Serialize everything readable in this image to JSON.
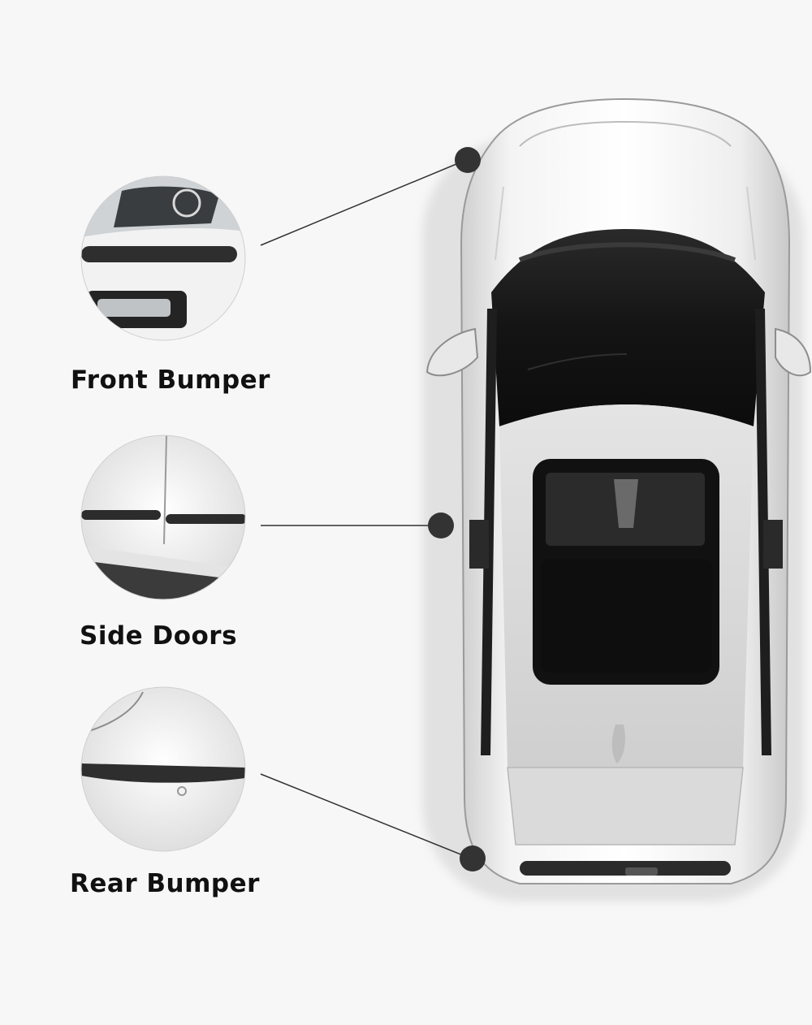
{
  "callouts": [
    {
      "id": "front",
      "label": "Front Bumper"
    },
    {
      "id": "side",
      "label": "Side Doors"
    },
    {
      "id": "rear",
      "label": "Rear Bumper"
    }
  ],
  "colors": {
    "background": "#f7f7f7",
    "car_body": "#e6e6e6",
    "glass": "#1a1a1a",
    "guard_strip": "#2b2b2b",
    "marker": "#333333"
  }
}
